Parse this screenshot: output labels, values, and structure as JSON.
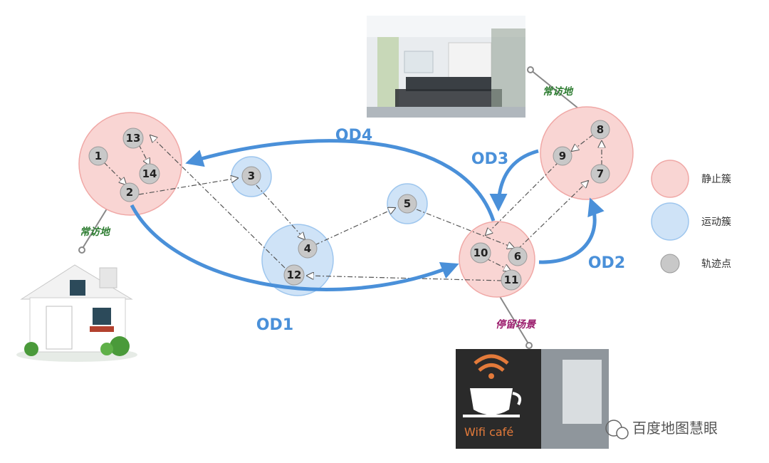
{
  "points": [
    "1",
    "2",
    "3",
    "4",
    "5",
    "6",
    "7",
    "8",
    "9",
    "10",
    "11",
    "12",
    "13",
    "14"
  ],
  "od_labels": [
    "OD1",
    "OD2",
    "OD3",
    "OD4"
  ],
  "tags": {
    "home": "常访地",
    "office": "常访地",
    "cafe": "停留场景"
  },
  "legend": {
    "static": "静止簇",
    "motion": "运动簇",
    "point": "轨迹点"
  },
  "cafe_sign": "Wifi café",
  "watermark": "百度地图慧眼",
  "colors": {
    "static_fill": "#f9d5d3",
    "static_stroke": "#f0a8a6",
    "motion_fill": "#cfe3f7",
    "motion_stroke": "#9ec6ee",
    "point_fill": "#c8c8c8",
    "od_arrow": "#4a90d9"
  }
}
